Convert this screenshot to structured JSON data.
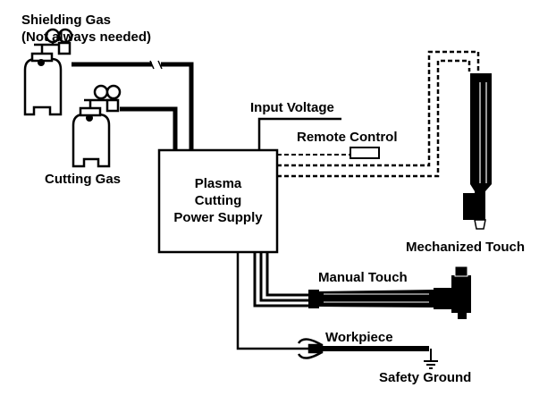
{
  "labels": {
    "shielding_gas": "Shielding Gas",
    "shielding_gas_note": "(Not always needed)",
    "cutting_gas": "Cutting Gas",
    "input_voltage": "Input Voltage",
    "remote_control": "Remote Control",
    "power_supply_line1": "Plasma",
    "power_supply_line2": "Cutting",
    "power_supply_line3": "Power Supply",
    "mechanized_torch": "Mechanized Touch",
    "manual_torch": "Manual Touch",
    "workpiece": "Workpiece",
    "safety_ground": "Safety Ground"
  },
  "colors": {
    "ink": "#000000",
    "background": "#ffffff"
  }
}
